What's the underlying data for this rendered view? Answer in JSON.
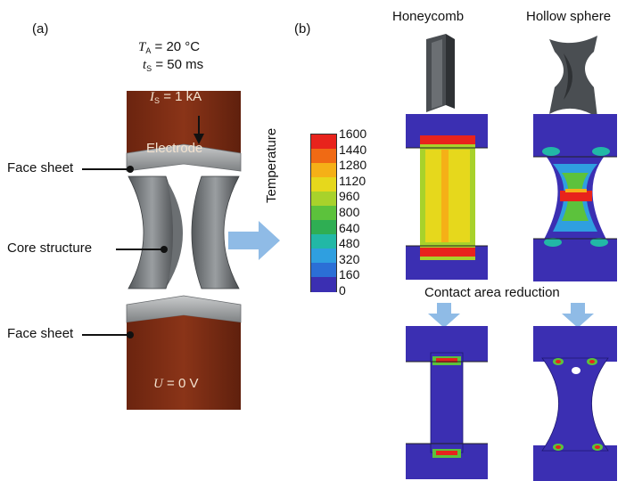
{
  "panel_a": {
    "label": "(a)",
    "ambient_temp": {
      "symbol": "T",
      "subscript": "A",
      "value": "= 20 °C"
    },
    "time": {
      "symbol": "t",
      "subscript": "S",
      "value": "= 50 ms"
    },
    "current": {
      "symbol": "I",
      "subscript": "S",
      "value": "= 1 kA"
    },
    "electrode_label": "Electrode",
    "voltage": {
      "symbol": "U",
      "value": "= 0 V"
    },
    "callouts": {
      "face_sheet_top": "Face sheet",
      "core_structure": "Core structure",
      "face_sheet_bottom": "Face sheet"
    }
  },
  "panel_b": {
    "label": "(b)",
    "columns": [
      "Honeycomb",
      "Hollow sphere"
    ],
    "colorbar": {
      "title": "Temperature",
      "ticks": [
        "1600",
        "1440",
        "1280",
        "1120",
        "960",
        "800",
        "640",
        "480",
        "320",
        "160",
        "0"
      ],
      "colors": [
        "#e8231c",
        "#f06a14",
        "#f5b017",
        "#e6d81c",
        "#a8d22b",
        "#5cc23c",
        "#2fae53",
        "#22b8a6",
        "#2f9fe0",
        "#2b6fd6",
        "#3b2fb2"
      ]
    },
    "contact_label": "Contact area reduction"
  },
  "colors": {
    "electrode": "#7a2c14",
    "steel": "#8b8e90",
    "arrow_blue": "#8fbbe6",
    "fem_blue": "#3b2fb2"
  }
}
